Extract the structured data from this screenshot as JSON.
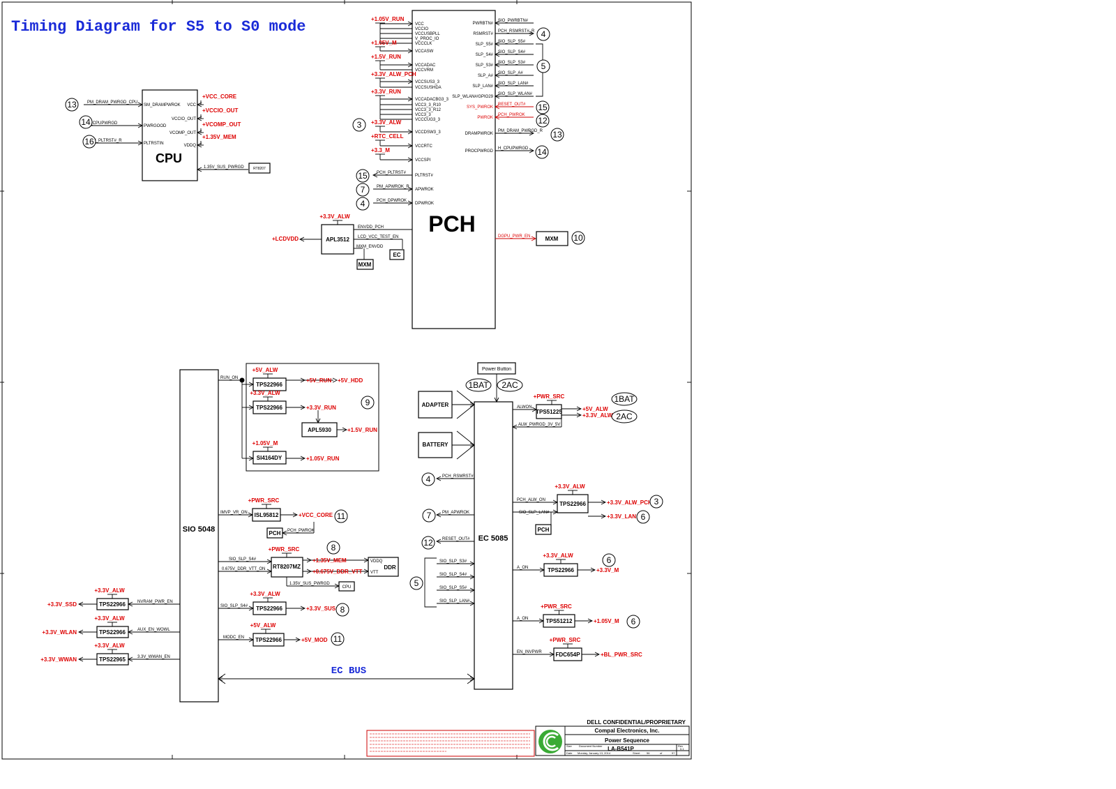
{
  "title": "Timing Diagram for S5 to S0 mode",
  "cpu": {
    "name": "CPU",
    "left_pins": [
      "SM_DRAMPWROK",
      "PWRGOOD",
      "PLTRSTIN"
    ],
    "right_pins": [
      "VCC",
      "VCCIO_OUT",
      "VCOMP_OUT",
      "VDDQ"
    ],
    "in_signals": [
      "PM_DRAM_PWRGD_CPU",
      "H_CPUPWRGD",
      "CPU_PLTRST#_R"
    ],
    "in_steps": [
      "13",
      "14",
      "16"
    ],
    "out_rails": [
      "+VCC_CORE",
      "+VCCIO_OUT",
      "+VCOMP_OUT",
      "+1.35V_MEM"
    ],
    "sus_signal": "1.35V_SUS_PWRGD",
    "rt_box": "RT8207"
  },
  "pch": {
    "name": "PCH",
    "in_rails": [
      {
        "rail": "+1.05V_RUN",
        "pins": [
          "VCC",
          "VCCIO",
          "VCCUSBPLL",
          "V_PROC_IO",
          "VCCCLK"
        ]
      },
      {
        "rail": "+1.05V_M",
        "pins": [
          "VCCASW"
        ]
      },
      {
        "rail": "+1.5V_RUN",
        "pins": [
          "VCCADAC",
          "VCCVRM"
        ]
      },
      {
        "rail": "+3.3V_ALW_PCH",
        "pins": [
          "VCCSUS3_3",
          "VCCSUSHDA"
        ]
      },
      {
        "rail": "+3.3V_RUN",
        "pins": [
          "VCCADACBG3_3",
          "VCC3_3_R10",
          "VCC3_3_R12",
          "VCC3_3",
          "VCCCUG3_3"
        ]
      },
      {
        "rail": "+3.3V_ALW",
        "pins": [
          "VCCDSW3_3"
        ],
        "step": "3"
      },
      {
        "rail": "+RTC_CELL",
        "pins": [
          "VCCRTC"
        ]
      },
      {
        "rail": "+3.3_M",
        "pins": [
          "VCCSPI"
        ]
      }
    ],
    "left_signals": [
      {
        "pin": "PLTRST#",
        "signal": "PCH_PLTRST#",
        "step": "15"
      },
      {
        "pin": "APWROK",
        "signal": "PM_APWROK_R",
        "step": "7"
      },
      {
        "pin": "DPWROK",
        "signal": "PCH_DPWROK",
        "step": "4"
      }
    ],
    "right_signals": [
      {
        "pin": "PWRBTN#",
        "signal": "SIO_PWRBTN#"
      },
      {
        "pin": "RSMRST#",
        "signal": "PCH_RSMRST#_R",
        "step": "4"
      },
      {
        "pin": "SLP_S5#",
        "signal": "SIO_SLP_S5#"
      },
      {
        "pin": "SLP_S4#",
        "signal": "SIO_SLP_S4#"
      },
      {
        "pin": "SLP_S3#",
        "signal": "SIO_SLP_S3#"
      },
      {
        "pin": "SLP_A#",
        "signal": "SIO_SLP_A#"
      },
      {
        "pin": "SLP_LAN#",
        "signal": "SIO_SLP_LAN#"
      },
      {
        "pin": "SLP_WLAN#/GPIO29",
        "signal": "SIO_SLP_WLAN#"
      },
      {
        "pin": "SYS_PWROK",
        "signal": "RESET_OUT#",
        "step": "15"
      },
      {
        "pin": "PWROK",
        "signal": "PCH_PWROK",
        "step": "12"
      },
      {
        "pin": "DRAMPWROK",
        "signal": "PM_DRAM_PWRGD_R",
        "step": "13"
      },
      {
        "pin": "PROCPWRGD",
        "signal": "H_CPUPWRGD",
        "step": "14"
      }
    ],
    "slp_group_step": "5",
    "gpu_signal": "DGPU_PWR_EN",
    "gpu_box": "MXM",
    "gpu_step": "10"
  },
  "apl3512": {
    "name": "APL3512",
    "in_rail": "+3.3V_ALW",
    "out_rail": "+LCDVDD",
    "signals": [
      "ENVDD_PCH",
      "LCD_VCC_TEST_EN",
      "MXM_ENVDD"
    ],
    "boxes": [
      "MXM",
      "EC"
    ]
  },
  "sio": {
    "name": "SIO 5048",
    "run_group": {
      "signal": "RUN_ON",
      "step": "9",
      "rows": [
        {
          "chip": "TPS22966",
          "in": "+5V_ALW",
          "outs": [
            "+5V_RUN",
            "+5V_HDD"
          ]
        },
        {
          "chip": "TPS22966",
          "in": "+3.3V_ALW",
          "outs": [
            "+3.3V_RUN"
          ]
        },
        {
          "chip": "APL5930",
          "outs": [
            "+1.5V_RUN"
          ]
        },
        {
          "chip": "SI4164DY",
          "in": "+1.05V_M",
          "outs": [
            "+1.05V_RUN"
          ]
        }
      ]
    },
    "right_items": [
      {
        "signal": "IMVP_VR_ON",
        "chip": "ISL95812",
        "in": "+PWR_SRC",
        "out": "+VCC_CORE",
        "step": "11",
        "fb_box": "PCH",
        "fb_signal": "PCH_PWROK"
      },
      {
        "signal": "SIO_SLP_S4#",
        "chip": "RT8207MZ",
        "in": "+PWR_SRC",
        "out": "+1.35V_MEM",
        "step": "8"
      },
      {
        "signal": "0.675V_DDR_VTT_ON",
        "out": "+0.675V_DDR_VTT"
      },
      {
        "signal": "SIO_SLP_S4#",
        "chip": "TPS22966",
        "in": "+3.3V_ALW",
        "out": "+3.3V_SUS",
        "step": "8"
      },
      {
        "signal": "MODC_EN",
        "chip": "TPS22966",
        "in": "+5V_ALW",
        "out": "+5V_MOD",
        "step": "11"
      }
    ],
    "ddr": {
      "name": "DDR",
      "pins": [
        "VDDQ",
        "VTT"
      ],
      "sus_signal": "1.35V_SUS_PWRGD",
      "cpu_box": "CPU"
    },
    "left_items": [
      {
        "signal": "NVRAM_PWR_EN",
        "chip": "TPS22966",
        "in": "+3.3V_ALW",
        "out": "+3.3V_SSD"
      },
      {
        "signal": "AUX_EN_WOWL",
        "chip": "TPS22966",
        "in": "+3.3V_ALW",
        "out": "+3.3V_WLAN"
      },
      {
        "signal": "3.3V_WWAN_EN",
        "chip": "TPS22965",
        "in": "+3.3V_ALW",
        "out": "+3.3V_WWAN"
      }
    ]
  },
  "ec": {
    "name": "EC 5085",
    "power_button": "Power Button",
    "badges": [
      "1BAT",
      "2AC"
    ],
    "sources": [
      "ADAPTER",
      "BATTERY"
    ],
    "left_signals": [
      {
        "signal": "PCH_RSMRST#",
        "step": "4"
      },
      {
        "signal": "PM_APWROK",
        "step": "7"
      },
      {
        "signal": "RESET_OUT#",
        "step": "12"
      }
    ],
    "slp_signals": [
      "SIO_SLP_S3#",
      "SIO_SLP_S4#",
      "SIO_SLP_S5#",
      "SIO_SLP_LAN#"
    ],
    "slp_step": "5",
    "alw": {
      "signal": "ALWON",
      "chip": "TPS51225",
      "in": "+PWR_SRC",
      "outs": [
        "+5V_ALW",
        "+3.3V_ALW"
      ],
      "fb": "ALW_PWRGD_3V_5V",
      "badges": [
        "1BAT",
        "2AC"
      ]
    },
    "right_items": [
      {
        "signal": "PCH_ALW_ON",
        "chip": "TPS22966",
        "in": "+3.3V_ALW",
        "outs": [
          "+3.3V_ALW_PCH",
          "+3.3V_LAN"
        ],
        "steps": [
          "3",
          "6"
        ],
        "sub_signal": "SIO_SLP_LAN#",
        "sub_box": "PCH"
      },
      {
        "signal": "A_ON",
        "chip": "TPS22966",
        "in": "+3.3V_ALW",
        "outs": [
          "+3.3V_M"
        ],
        "steps": [
          "6"
        ]
      },
      {
        "signal": "A_ON",
        "chip": "TPS51212",
        "in": "+PWR_SRC",
        "outs": [
          "+1.05V_M"
        ],
        "steps": [
          "6"
        ]
      },
      {
        "signal": "EN_INVPWR",
        "chip": "FDC654P",
        "in": "+PWR_SRC",
        "outs": [
          "+BL_PWR_SRC"
        ],
        "steps": []
      }
    ]
  },
  "bus": "EC BUS",
  "titleblock": {
    "confidential": "DELL CONFIDENTIAL/PROPRIETARY",
    "company": "Compal Electronics, Inc.",
    "sheet_title": "Power Sequence",
    "doc_number": "LA-B541P",
    "size_label": "Size",
    "docnum_label": "Document Number",
    "rev_label": "Rev",
    "rev": "0.1",
    "date_label": "Date",
    "date": "Monday, January 13, 2014",
    "sheet_label": "Sheet",
    "sheet": "56",
    "of_label": "of",
    "total": "97"
  },
  "colors": {
    "rail": "#dd0000",
    "title": "#1a2bd8",
    "logo": "#3aaa35"
  }
}
